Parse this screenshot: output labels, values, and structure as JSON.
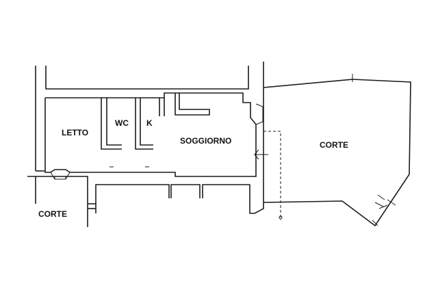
{
  "rooms": {
    "letto": "LETTO",
    "wc": "WC",
    "kitchen": "K",
    "soggiorno": "SOGGIORNO",
    "corte_right": "CORTE",
    "corte_left": "CORTE"
  }
}
